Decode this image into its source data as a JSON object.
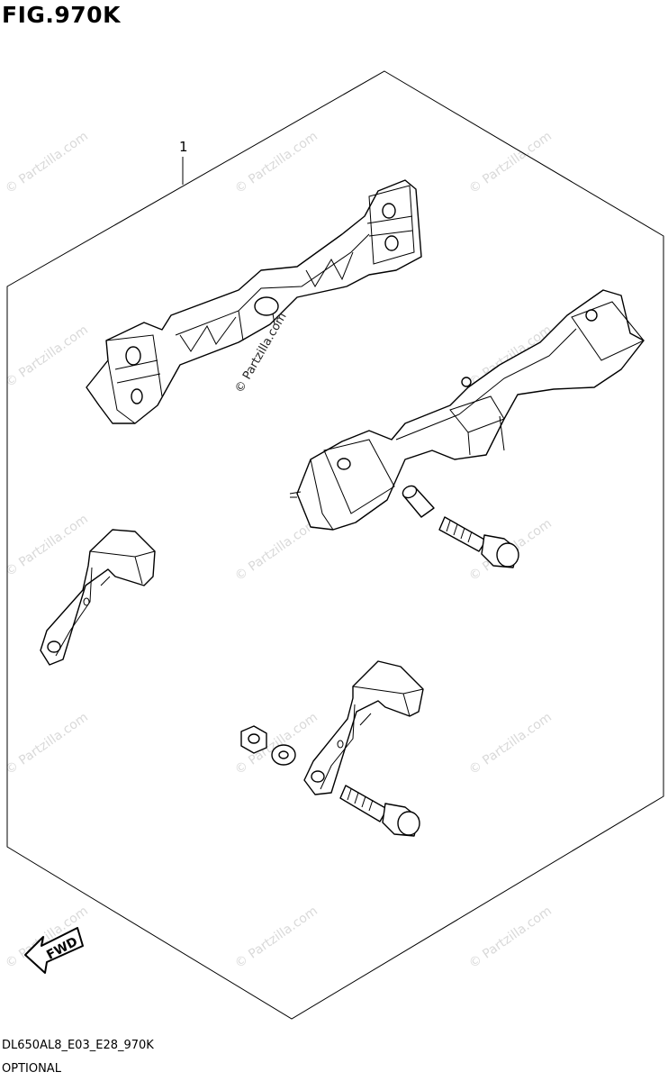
{
  "figure": {
    "title": "FIG.970K"
  },
  "callouts": [
    {
      "number": "1"
    }
  ],
  "fwd_arrow": {
    "label": "FWD"
  },
  "watermark": {
    "text": "© Partzilla.com"
  },
  "footer": {
    "model_code": "DL650AL8_E03_E28_970K",
    "description": "OPTIONAL"
  }
}
